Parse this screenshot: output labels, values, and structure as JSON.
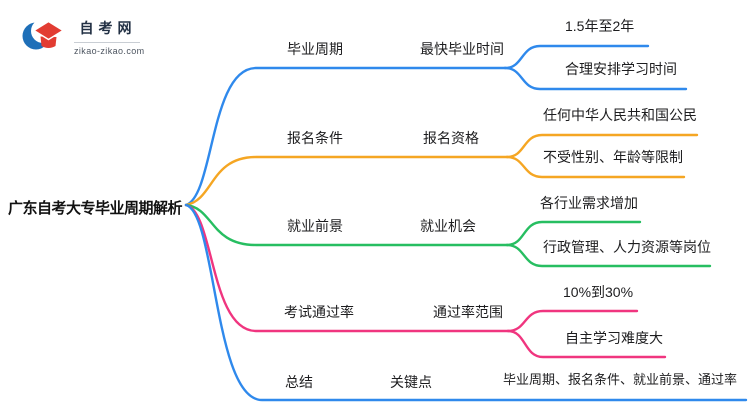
{
  "logo": {
    "site_name": "自考网",
    "site_domain": "zikao-zikao.com",
    "icon": "graduation-cap-icon",
    "icon_colors": {
      "crescent_blue": "#1E6FB8",
      "cap_red": "#E23C32"
    }
  },
  "mindmap": {
    "root": "广东自考大专毕业周期解析",
    "text_color": "#1d1d1f",
    "branches": [
      {
        "label": "毕业周期",
        "sub_label": "最快毕业时间",
        "color": "#2F89EC",
        "leaves": [
          "1.5年至2年",
          "合理安排学习时间"
        ]
      },
      {
        "label": "报名条件",
        "sub_label": "报名资格",
        "color": "#F5A623",
        "leaves": [
          "任何中华人民共和国公民",
          "不受性别、年龄等限制"
        ]
      },
      {
        "label": "就业前景",
        "sub_label": "就业机会",
        "color": "#27BE61",
        "leaves": [
          "各行业需求增加",
          "行政管理、人力资源等岗位"
        ]
      },
      {
        "label": "考试通过率",
        "sub_label": "通过率范围",
        "color": "#F0357F",
        "leaves": [
          "10%到30%",
          "自主学习难度大"
        ]
      },
      {
        "label": "总结",
        "sub_label": "关键点",
        "color": "#2F89EC",
        "leaves": [
          "毕业周期、报名条件、就业前景、通过率"
        ]
      }
    ]
  }
}
